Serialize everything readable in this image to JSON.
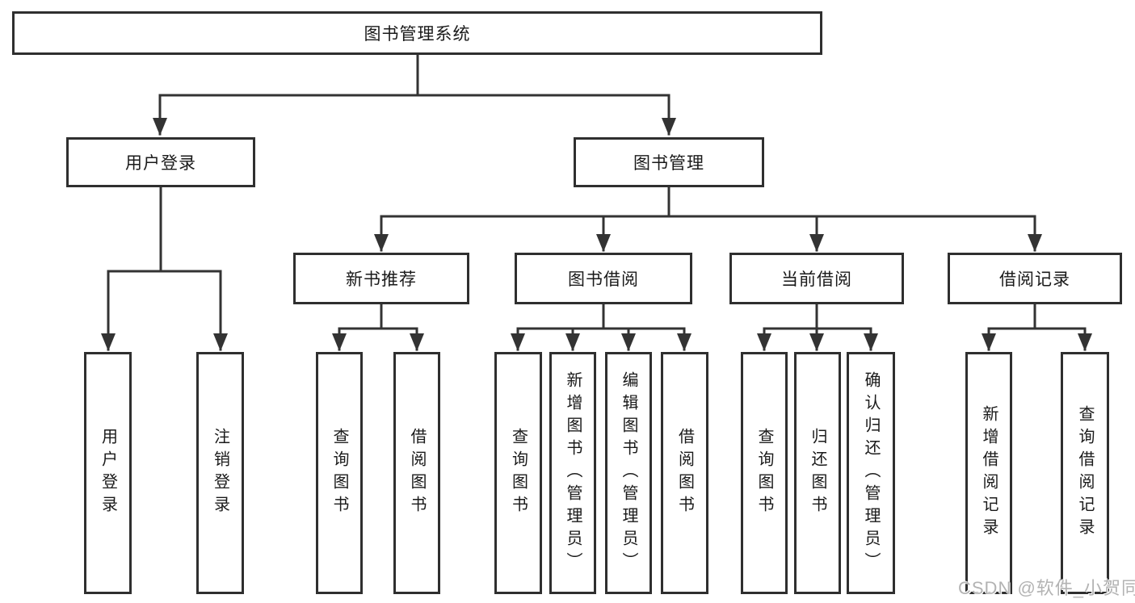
{
  "root": {
    "label": "图书管理系统"
  },
  "branches": [
    {
      "label": "用户登录",
      "children": [
        {
          "label": "用户登录"
        },
        {
          "label": "注销登录"
        }
      ]
    },
    {
      "label": "图书管理",
      "children": [
        {
          "label": "新书推荐",
          "children": [
            {
              "label": "查询图书"
            },
            {
              "label": "借阅图书"
            }
          ]
        },
        {
          "label": "图书借阅",
          "children": [
            {
              "label": "查询图书"
            },
            {
              "label": "新增图书（管理员）"
            },
            {
              "label": "编辑图书（管理员）"
            },
            {
              "label": "借阅图书"
            }
          ]
        },
        {
          "label": "当前借阅",
          "children": [
            {
              "label": "查询图书"
            },
            {
              "label": "归还图书"
            },
            {
              "label": "确认归还（管理员）"
            }
          ]
        },
        {
          "label": "借阅记录",
          "children": [
            {
              "label": "新增借阅记录"
            },
            {
              "label": "查询借阅记录"
            }
          ]
        }
      ]
    }
  ],
  "watermark": "CSDN @软件_小贺同学",
  "colors": {
    "line": "#333333",
    "border": "#2f2f2f",
    "watermark": "#b3b3b3"
  }
}
